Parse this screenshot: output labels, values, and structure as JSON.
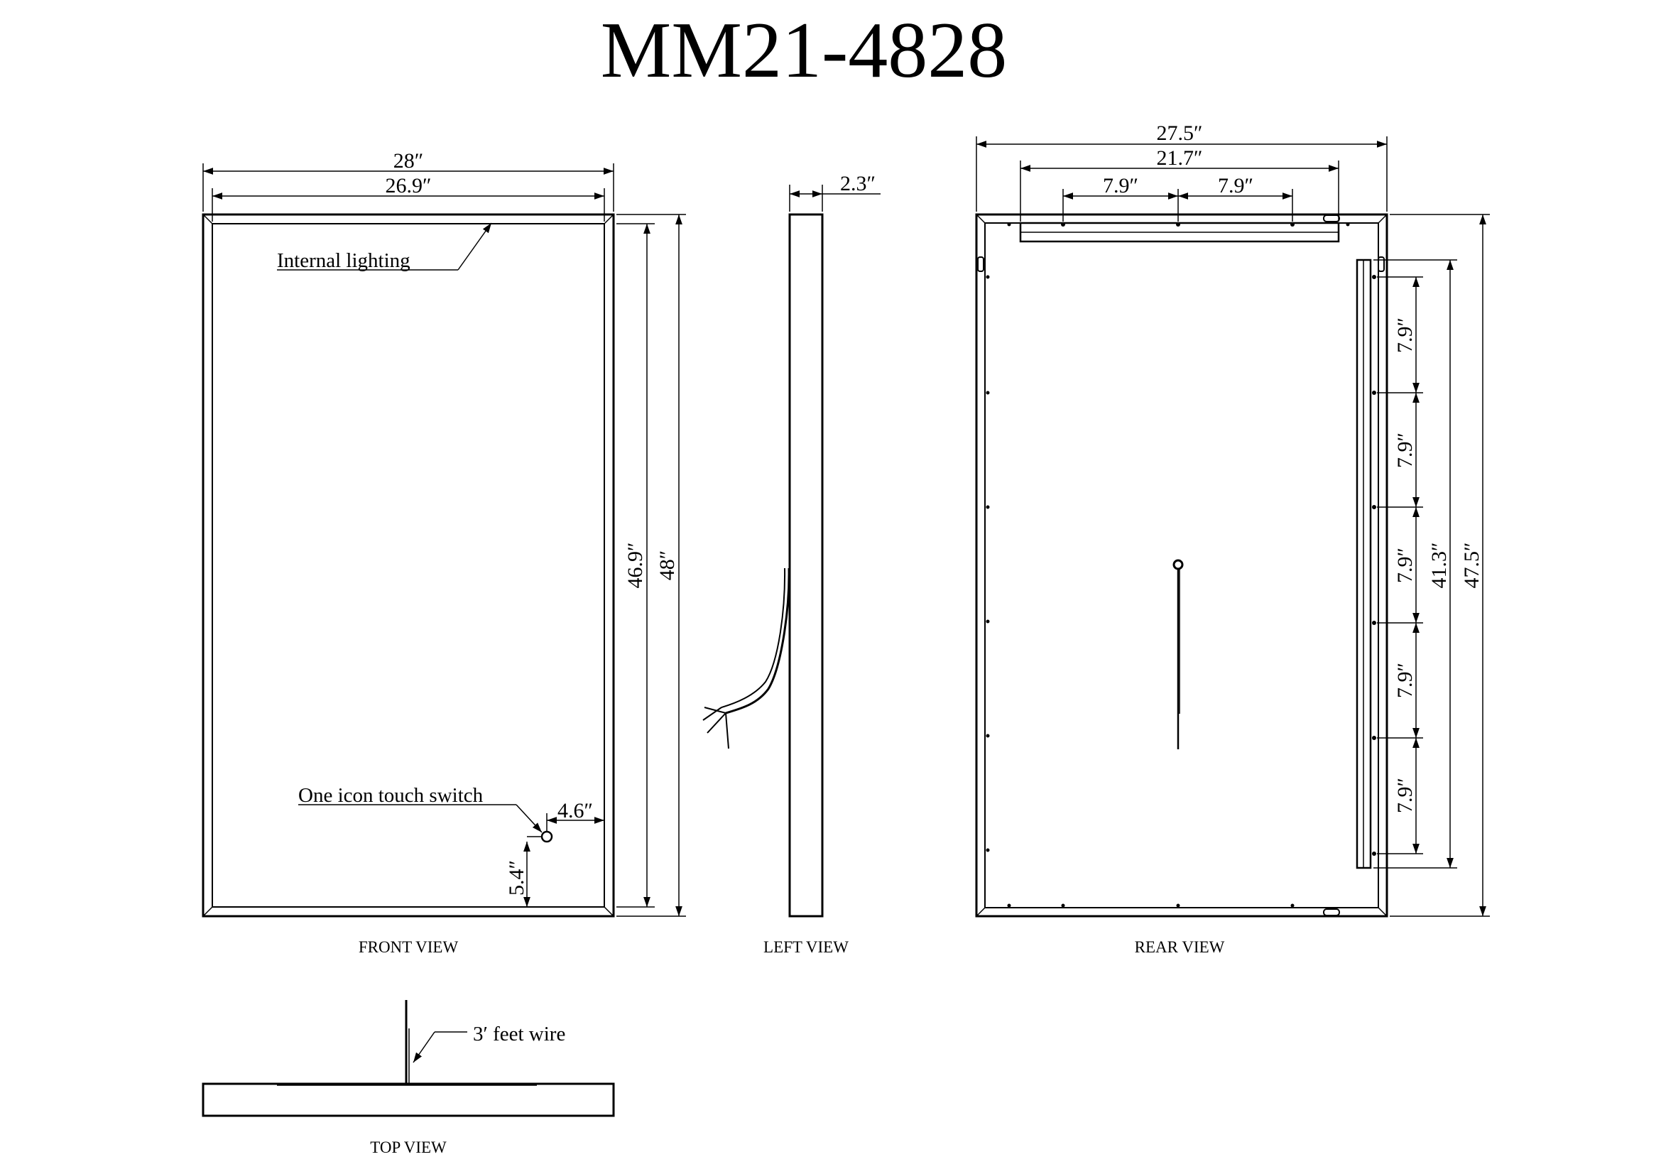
{
  "title": "MM21-4828",
  "front_view": {
    "caption": "FRONT VIEW",
    "outer_width": "28″",
    "inner_width": "26.9″",
    "inner_height": "46.9″",
    "outer_height": "48″",
    "lighting_label": "Internal lighting",
    "switch_label": "One icon touch switch",
    "switch_offset_x": "4.6″",
    "switch_offset_y": "5.4″"
  },
  "left_view": {
    "caption": "LEFT VIEW",
    "depth": "2.3″"
  },
  "rear_view": {
    "caption": "REAR VIEW",
    "outer_width": "27.5″",
    "bar_width": "21.7″",
    "top_spacing": [
      "7.9″",
      "7.9″"
    ],
    "side_spacing": [
      "7.9″",
      "7.9″",
      "7.9″",
      "7.9″",
      "7.9″"
    ],
    "side_bar_height": "41.3″",
    "outer_height": "47.5″"
  },
  "top_view": {
    "caption": "TOP VIEW",
    "wire_label": "3′ feet wire"
  }
}
